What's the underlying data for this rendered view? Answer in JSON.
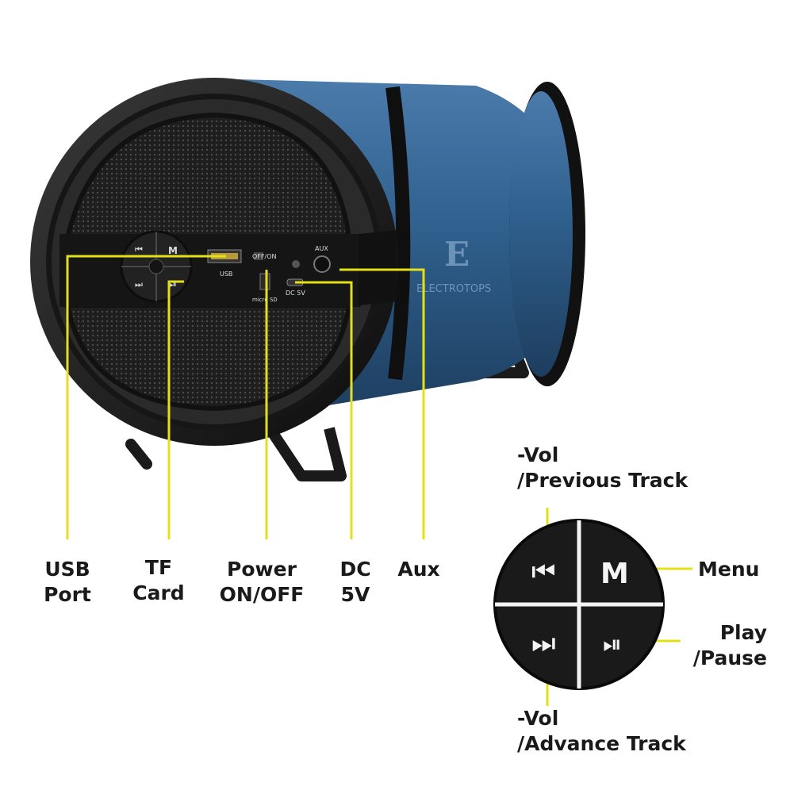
{
  "speaker": {
    "brand": "ELECTROTOPS",
    "brand_logo": "E",
    "panel": {
      "usb_label": "USB",
      "switch_label": "OFF/ON",
      "tf_label": "micro SD",
      "aux_label": "AUX",
      "dc_label": "DC 5V",
      "menu_glyph": "M"
    },
    "body_color": "#2f5f8c",
    "callout_color": "#e3e01a"
  },
  "labels": {
    "usb_port": [
      "USB",
      "Port"
    ],
    "tf_card": [
      "TF",
      "Card"
    ],
    "power": [
      "Power",
      "ON/OFF"
    ],
    "dc": [
      "DC",
      "5V"
    ],
    "aux": "Aux"
  },
  "keypad": {
    "menu_glyph": "M",
    "icons": [
      "previous-track-icon",
      "menu-icon",
      "advance-track-icon",
      "play-pause-icon"
    ],
    "menu_label": "Menu",
    "play": [
      "Play",
      "/Pause"
    ],
    "vol_prev": [
      "-Vol",
      "/Previous Track"
    ],
    "vol_next": [
      "-Vol",
      "/Advance Track"
    ]
  }
}
